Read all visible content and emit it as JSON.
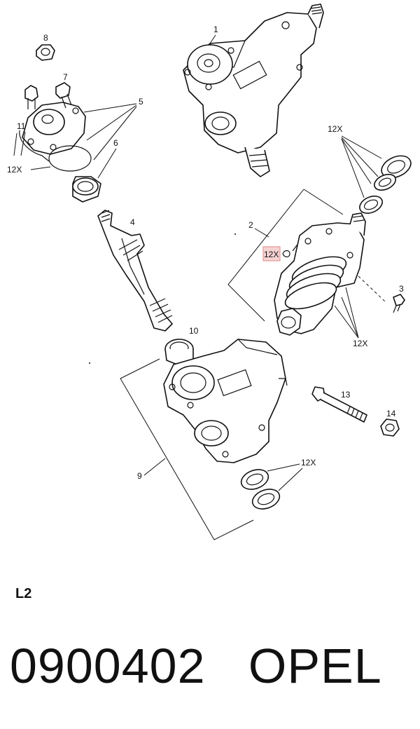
{
  "callouts": {
    "c1": "1",
    "c2": "2",
    "c3": "3",
    "c4": "4",
    "c5": "5",
    "c6": "6",
    "c7": "7",
    "c8": "8",
    "c9": "9",
    "c10": "10",
    "c11": "11",
    "c13": "13",
    "c14": "14",
    "qty_left": "12X",
    "qty_topright": "12X",
    "qty_mid": "12X",
    "qty_piston": "12X",
    "qty_seals": "12X"
  },
  "page_label": "L2",
  "part_number": "0900402",
  "brand": "OPEL"
}
